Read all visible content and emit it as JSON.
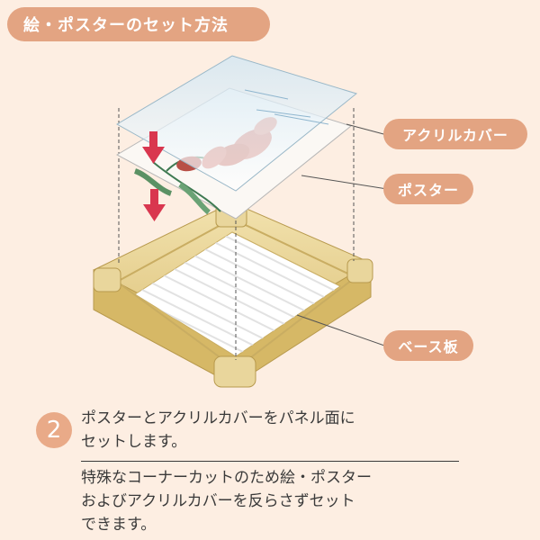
{
  "header": {
    "title": "絵・ポスターのセット方法"
  },
  "labels": {
    "acrylic_cover": "アクリルカバー",
    "poster": "ポスター",
    "base_board": "ベース板"
  },
  "step": {
    "number": "2",
    "main_lines": [
      "ポスターとアクリルカバーをパネル面に",
      "セットします。"
    ],
    "sub_lines": [
      "特殊なコーナーカットのため絵・ポスター",
      "およびアクリルカバーを反らさずセット",
      "できます。"
    ]
  },
  "colors": {
    "background": "#fdeee2",
    "accent": "#e3a482",
    "frame": "#e6cf8a",
    "arrow": "#d9374f"
  }
}
